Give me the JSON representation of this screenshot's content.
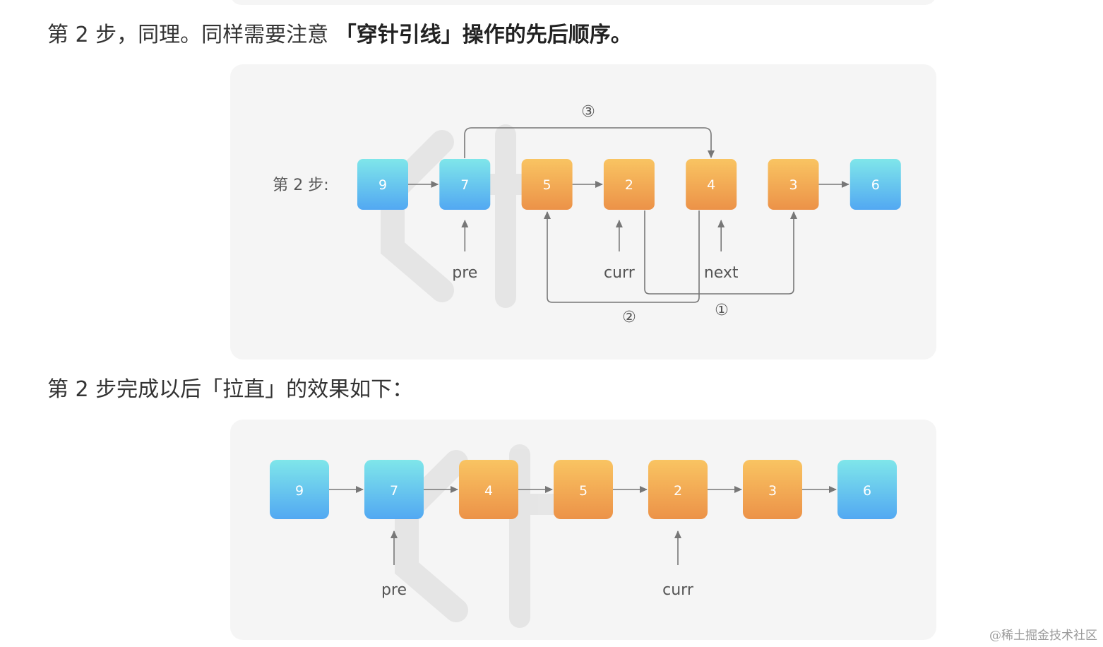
{
  "paragraphs": {
    "p1_normal": "第 2 步，同理。同样需要注意 ",
    "p1_strong": "「穿针引线」操作的先后顺序。",
    "p2": "第 2 步完成以后「拉直」的效果如下："
  },
  "figure1": {
    "step_label": "第 2 步:",
    "nodes": [
      {
        "value": "9",
        "color": "blue"
      },
      {
        "value": "7",
        "color": "blue"
      },
      {
        "value": "5",
        "color": "orange"
      },
      {
        "value": "2",
        "color": "orange"
      },
      {
        "value": "4",
        "color": "orange"
      },
      {
        "value": "3",
        "color": "orange"
      },
      {
        "value": "6",
        "color": "blue"
      }
    ],
    "pointers": [
      {
        "label": "pre",
        "node": 1
      },
      {
        "label": "curr",
        "node": 3
      },
      {
        "label": "next",
        "node": 4
      }
    ],
    "steps": [
      "①",
      "②",
      "③"
    ]
  },
  "figure2": {
    "nodes": [
      {
        "value": "9",
        "color": "blue"
      },
      {
        "value": "7",
        "color": "blue"
      },
      {
        "value": "4",
        "color": "orange"
      },
      {
        "value": "5",
        "color": "orange"
      },
      {
        "value": "2",
        "color": "orange"
      },
      {
        "value": "3",
        "color": "orange"
      },
      {
        "value": "6",
        "color": "blue"
      }
    ],
    "pointers": [
      {
        "label": "pre",
        "node": 1
      },
      {
        "label": "curr",
        "node": 4
      }
    ]
  },
  "colors": {
    "blue_top": "#7fe6ea",
    "blue_bottom": "#52a8f2",
    "orange_top": "#f9c462",
    "orange_bottom": "#ec9248",
    "arrow": "#777777",
    "figure_bg": "#f5f5f5"
  },
  "watermark": "@稀土掘金技术社区"
}
